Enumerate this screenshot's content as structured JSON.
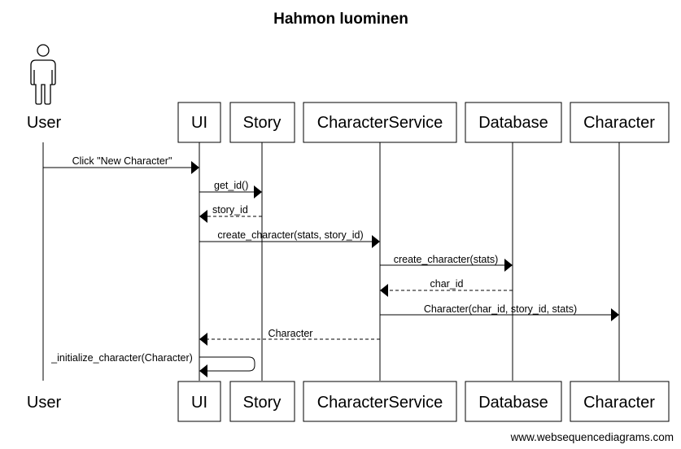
{
  "title": "Hahmon luominen",
  "participants": [
    {
      "id": "user",
      "label": "User",
      "kind": "actor"
    },
    {
      "id": "ui",
      "label": "UI",
      "kind": "box"
    },
    {
      "id": "story",
      "label": "Story",
      "kind": "box"
    },
    {
      "id": "characterservice",
      "label": "CharacterService",
      "kind": "box"
    },
    {
      "id": "database",
      "label": "Database",
      "kind": "box"
    },
    {
      "id": "character",
      "label": "Character",
      "kind": "box"
    }
  ],
  "messages": [
    {
      "from": "user",
      "to": "ui",
      "label": "Click \"New Character\"",
      "style": "solid"
    },
    {
      "from": "ui",
      "to": "story",
      "label": "get_id()",
      "style": "solid"
    },
    {
      "from": "story",
      "to": "ui",
      "label": "story_id",
      "style": "dashed"
    },
    {
      "from": "ui",
      "to": "characterservice",
      "label": "create_character(stats, story_id)",
      "style": "solid"
    },
    {
      "from": "characterservice",
      "to": "database",
      "label": "create_character(stats)",
      "style": "solid"
    },
    {
      "from": "database",
      "to": "characterservice",
      "label": "char_id",
      "style": "dashed"
    },
    {
      "from": "characterservice",
      "to": "character",
      "label": "Character(char_id, story_id, stats)",
      "style": "solid"
    },
    {
      "from": "characterservice",
      "to": "ui",
      "label": "Character",
      "style": "dashed"
    },
    {
      "from": "ui",
      "to": "ui",
      "label": "_initialize_character(Character)",
      "style": "solid"
    }
  ],
  "footer": "www.websequencediagrams.com"
}
